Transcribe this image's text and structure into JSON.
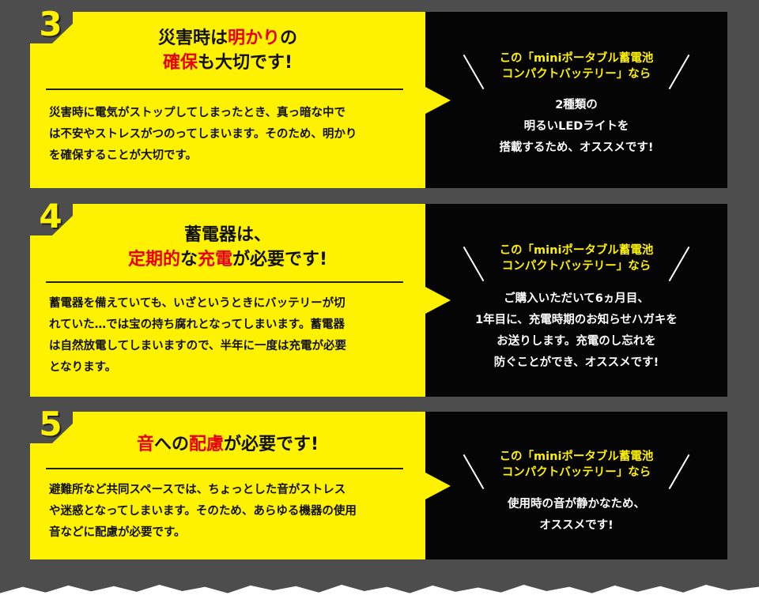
{
  "colors": {
    "background": "#4d4d4d",
    "accent_yellow": "#fff200",
    "dark_panel": "#050505",
    "highlight_red": "#e60012"
  },
  "cards": [
    {
      "number": "3",
      "title_line1": [
        "災害時は",
        "明かり",
        "の"
      ],
      "title_line2": [
        "確保",
        "も大切です!"
      ],
      "body": [
        "災害時に電気がストップしてしまったとき、真っ暗な中で",
        "は不安やストレスがつのってしまいます。そのため、明かり",
        "を確保することが大切です。"
      ],
      "heading": [
        "この「miniポータブル蓄電池",
        "コンパクトバッテリー」なら"
      ],
      "desc": [
        "2種類の",
        "明るいLEDライトを",
        "搭載するため、オススメです!"
      ]
    },
    {
      "number": "4",
      "title_line1": [
        "蓄電器は、"
      ],
      "title_line2": [
        "定期的",
        "な",
        "充電",
        "が必要です!"
      ],
      "body": [
        "蓄電器を備えていても、いざというときにバッテリーが切",
        "れていた…では宝の持ち腐れとなってしまいます。蓄電器",
        "は自然放電してしまいますので、半年に一度は充電が必要",
        "となります。"
      ],
      "heading": [
        "この「miniポータブル蓄電池",
        "コンパクトバッテリー」なら"
      ],
      "desc": [
        "ご購入いただいて6ヵ月目、",
        "1年目に、充電時期のお知らせハガキを",
        "お送りします。充電のし忘れを",
        "防ぐことができ、オススメです!"
      ]
    },
    {
      "number": "5",
      "title_line1": [
        "音",
        "への",
        "配慮",
        "が必要です!"
      ],
      "body": [
        "避難所など共同スペースでは、ちょっとした音がストレス",
        "や迷惑となってしまいます。そのため、あらゆる機器の使用",
        "音などに配慮が必要です。"
      ],
      "heading": [
        "この「miniポータブル蓄電池",
        "コンパクトバッテリー」なら"
      ],
      "desc": [
        "使用時の音が静かなため、",
        "オススメです!"
      ]
    }
  ]
}
